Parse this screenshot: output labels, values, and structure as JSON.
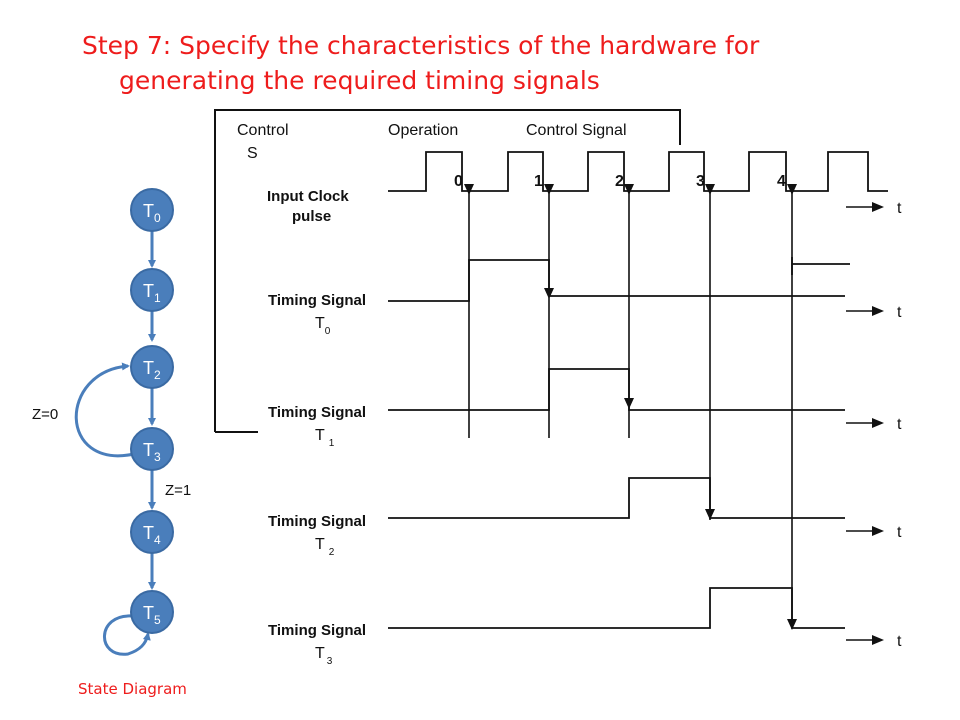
{
  "title": {
    "line1": "Step 7: Specify the characteristics of the hardware for",
    "line2": "generating the required timing signals"
  },
  "timing_diagram": {
    "header": {
      "col1": "Control",
      "col1_partial": "S",
      "col2": "Operation",
      "col3": "Control Signal"
    },
    "clock_label_line1": "Input Clock",
    "clock_label_line2": "pulse",
    "signal_label": "Timing Signal",
    "signal_prefix": "T",
    "signals": [
      "0",
      "1",
      "2",
      "3"
    ],
    "pulse_numbers": [
      "0",
      "1",
      "2",
      "3",
      "4"
    ],
    "time_label": "t",
    "colors": {
      "ink": "#111111"
    }
  },
  "state_diagram": {
    "caption": "State Diagram",
    "node_letter": "T",
    "states": [
      "0",
      "1",
      "2",
      "3",
      "4",
      "5"
    ],
    "loop_label": "Z=0",
    "exit_label": "Z=1",
    "colors": {
      "node": "#4a7ebb",
      "node_border": "#3a6aa3",
      "edge": "#4a7ebb",
      "text": "#ffffff"
    }
  },
  "colors": {
    "title": "#ee1c1c"
  }
}
